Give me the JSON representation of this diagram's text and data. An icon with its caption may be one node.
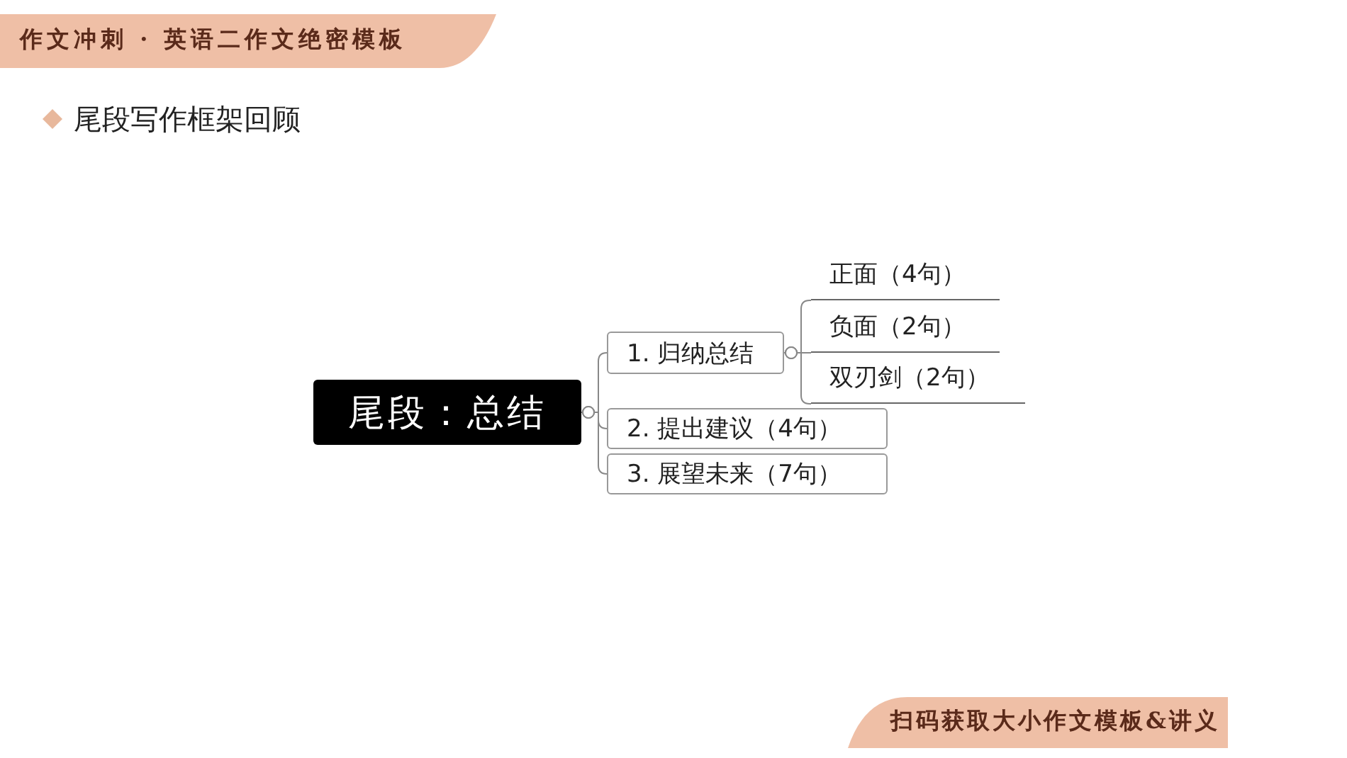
{
  "diagram": {
    "title": "尾段写作框架回顾",
    "nodes": [
      {
        "text": [
          "尾段：总结"
        ]
      },
      {
        "text": [
          "1. 归纳总结"
        ]
      },
      {
        "text": [
          "2. 提出建议（4句）"
        ]
      },
      {
        "text": [
          "3. 展望未来（7句）"
        ]
      },
      {
        "text": [
          "正面（4句）"
        ]
      },
      {
        "text": [
          "负面（2句）"
        ]
      },
      {
        "text": [
          "双刃剑（2句）"
        ]
      }
    ],
    "edges": [
      {
        "from": 0,
        "to": 1,
        "arrow": "other"
      },
      {
        "from": 0,
        "to": 2,
        "arrow": "other"
      },
      {
        "from": 0,
        "to": 3,
        "arrow": "other"
      },
      {
        "from": 1,
        "to": 4,
        "arrow": "other"
      },
      {
        "from": 1,
        "to": 5,
        "arrow": "other"
      },
      {
        "from": 1,
        "to": 6,
        "arrow": "other"
      }
    ],
    "labels": [
      "作文冲刺 · 英语二作文绝密模板",
      "扫码获取大小作文模板&讲义"
    ]
  }
}
